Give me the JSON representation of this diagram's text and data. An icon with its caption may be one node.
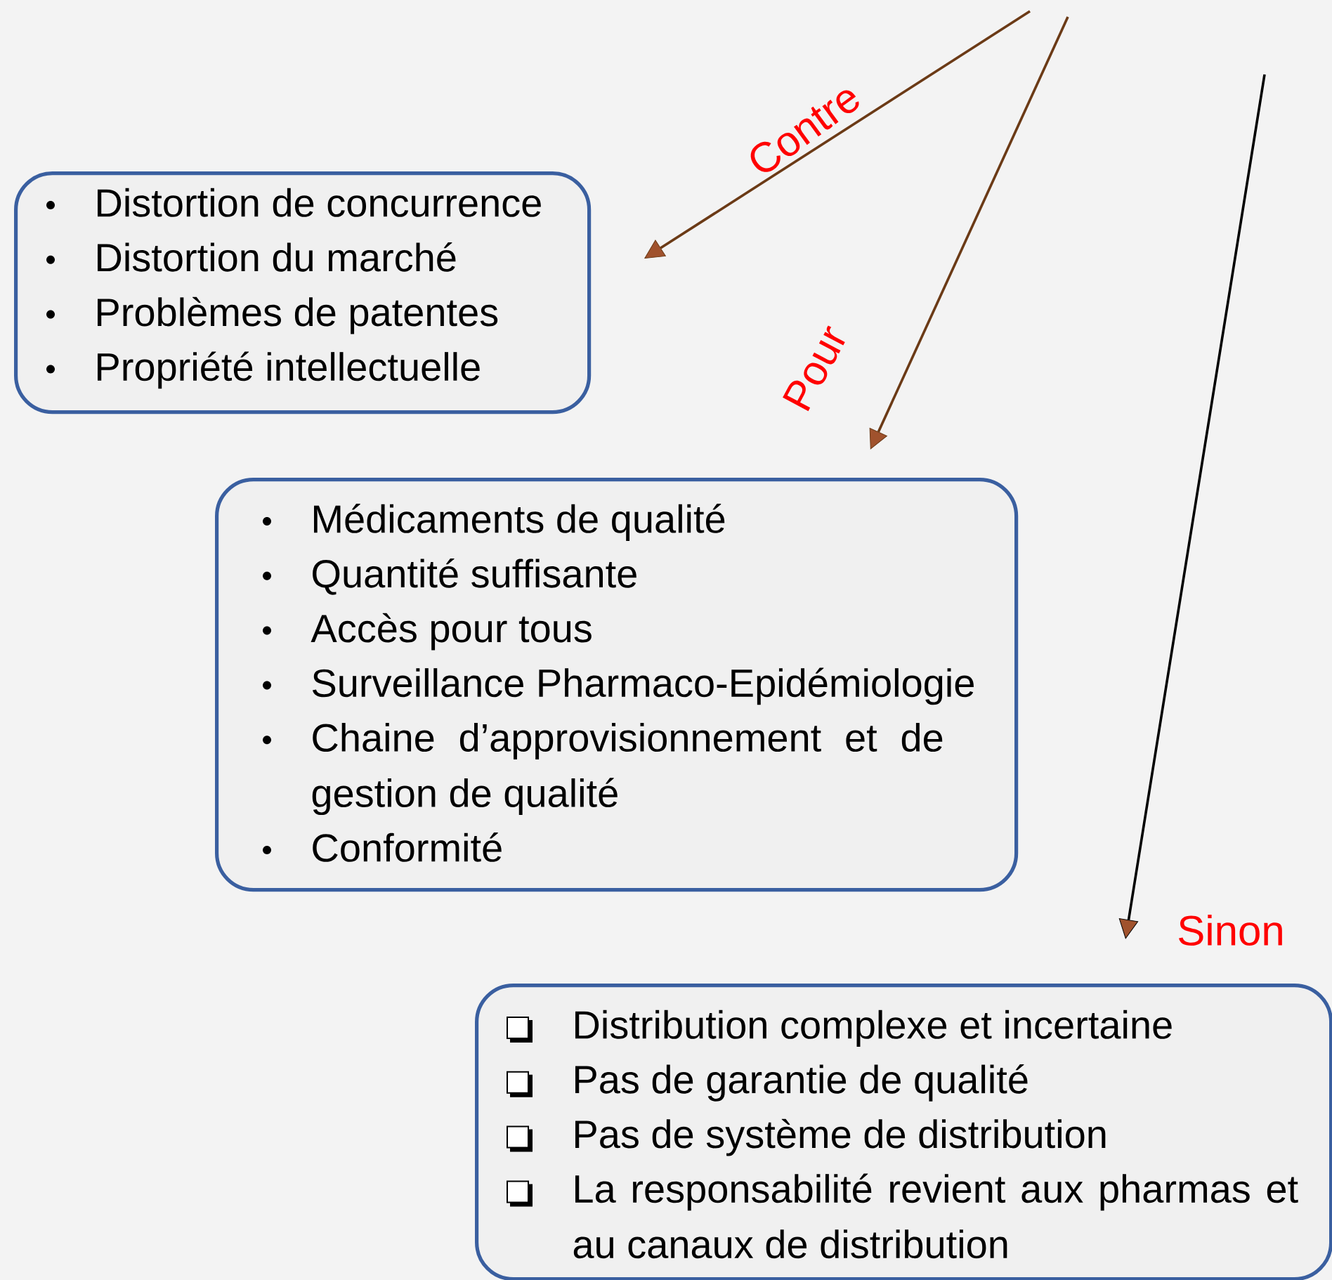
{
  "diagram": {
    "nodes": [
      {
        "text": [
          "Distortion de concurrence",
          "Distortion du marché",
          "Problèmes de patentes",
          "Propriété intellectuelle"
        ]
      },
      {
        "text": [
          "Médicaments de qualité",
          "Quantité suffisante",
          "Accès pour tous",
          "Surveillance Pharmaco-Epidémiologie",
          "Chaine d’approvisionnement et de gestion de qualité",
          "Conformité"
        ]
      },
      {
        "text": [
          "Distribution complexe et incertaine",
          "Pas de garantie de qualité",
          "Pas de système de distribution",
          "La responsabilité revient aux pharmas et au canaux de distribution"
        ]
      }
    ],
    "edges": [
      {
        "from": null,
        "to": 0,
        "arrow": "to",
        "label": "Contre"
      },
      {
        "from": null,
        "to": 1,
        "arrow": "to",
        "label": "Pour"
      },
      {
        "from": null,
        "to": 2,
        "arrow": "to",
        "label": "Sinon",
        "color": "#000000"
      }
    ]
  }
}
